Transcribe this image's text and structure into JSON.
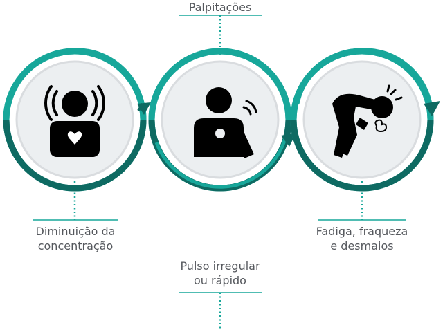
{
  "symptoms": [
    {
      "id": "concentration",
      "lines": [
        "Diminuição da",
        "concentração"
      ],
      "icon": "person-dizzy-heart-icon"
    },
    {
      "id": "palpitations",
      "lines": [
        "Palpitações"
      ],
      "icon": "person-hand-on-chest-icon"
    },
    {
      "id": "fatigue",
      "lines": [
        "Fadiga, fraqueza",
        "e desmaios"
      ],
      "icon": "person-bent-over-icon"
    },
    {
      "id": "pulse",
      "lines": [
        "Pulso irregular",
        "ou rápido"
      ]
    }
  ],
  "colors": {
    "teal_light": "#17a79a",
    "teal_dark": "#0e6a62",
    "circle_fill": "#eceff1",
    "circle_border": "#d9dcdf",
    "text": "#55585d",
    "icon": "#000000"
  }
}
